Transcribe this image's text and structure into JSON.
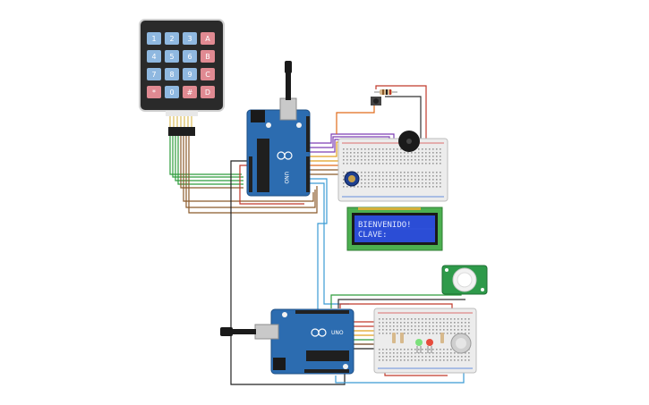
{
  "keypad": {
    "rows": [
      [
        {
          "label": "1",
          "kind": "num"
        },
        {
          "label": "2",
          "kind": "num"
        },
        {
          "label": "3",
          "kind": "num"
        },
        {
          "label": "A",
          "kind": "letter"
        }
      ],
      [
        {
          "label": "4",
          "kind": "num"
        },
        {
          "label": "5",
          "kind": "num"
        },
        {
          "label": "6",
          "kind": "num"
        },
        {
          "label": "B",
          "kind": "letter"
        }
      ],
      [
        {
          "label": "7",
          "kind": "num"
        },
        {
          "label": "8",
          "kind": "num"
        },
        {
          "label": "9",
          "kind": "num"
        },
        {
          "label": "C",
          "kind": "letter"
        }
      ],
      [
        {
          "label": "*",
          "kind": "letter"
        },
        {
          "label": "0",
          "kind": "num"
        },
        {
          "label": "#",
          "kind": "letter"
        },
        {
          "label": "D",
          "kind": "letter"
        }
      ]
    ]
  },
  "lcd": {
    "line1": "BIENVENIDO!",
    "line2": "CLAVE:"
  },
  "boards": {
    "uno_label": "UNO"
  },
  "colors": {
    "arduino": "#2c6cb0",
    "key_num": "#8fb8e0",
    "key_letter": "#e08a92",
    "lcd_screen": "#2b4dd6",
    "lcd_frame": "#4caf50",
    "pir_board": "#2e9a4a",
    "breadboard": "#ececec"
  }
}
